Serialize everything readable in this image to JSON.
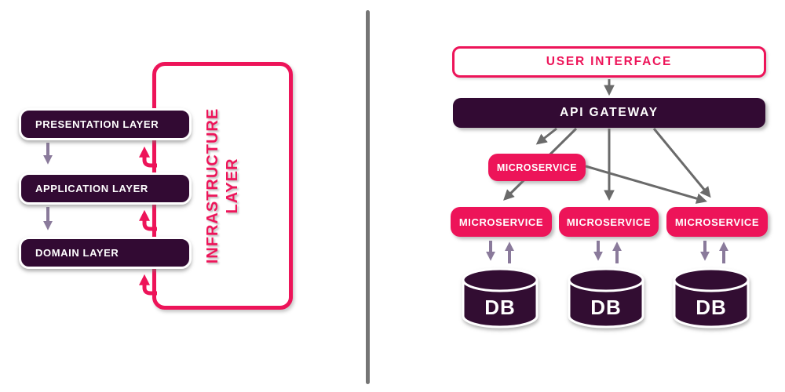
{
  "palette": {
    "accent_pink": "#ED1459",
    "dark_purple": "#320A33",
    "gray_arrow": "#6A6A6A",
    "muted_purple_arrow": "#8A7A9B",
    "divider_gray": "#757575"
  },
  "left_diagram": {
    "boxes": [
      {
        "label": "PRESENTATION LAYER"
      },
      {
        "label": "APPLICATION LAYER"
      },
      {
        "label": "DOMAIN LAYER"
      }
    ],
    "infrastructure": {
      "line1": "INFRASTRUCTURE",
      "line2": "LAYER"
    },
    "connections": [
      "presentation-layer -> application-layer",
      "application-layer -> domain-layer",
      "infrastructure-layer -> presentation-layer",
      "infrastructure-layer -> application-layer",
      "infrastructure-layer -> domain-layer"
    ]
  },
  "right_diagram": {
    "ui": {
      "label": "USER INTERFACE"
    },
    "gateway": {
      "label": "API GATEWAY"
    },
    "mid_service": {
      "label": "MICROSERVICE"
    },
    "services": [
      {
        "label": "MICROSERVICE",
        "db": "DB"
      },
      {
        "label": "MICROSERVICE",
        "db": "DB"
      },
      {
        "label": "MICROSERVICE",
        "db": "DB"
      }
    ],
    "connections": [
      "user-interface -> api-gateway",
      "api-gateway -> microservice-mid",
      "api-gateway -> microservice-1",
      "api-gateway -> microservice-2",
      "api-gateway -> microservice-3",
      "microservice-mid -> microservice-1",
      "microservice-mid -> microservice-3",
      "microservice-1 <-> db-1",
      "microservice-2 <-> db-2",
      "microservice-3 <-> db-3"
    ]
  }
}
